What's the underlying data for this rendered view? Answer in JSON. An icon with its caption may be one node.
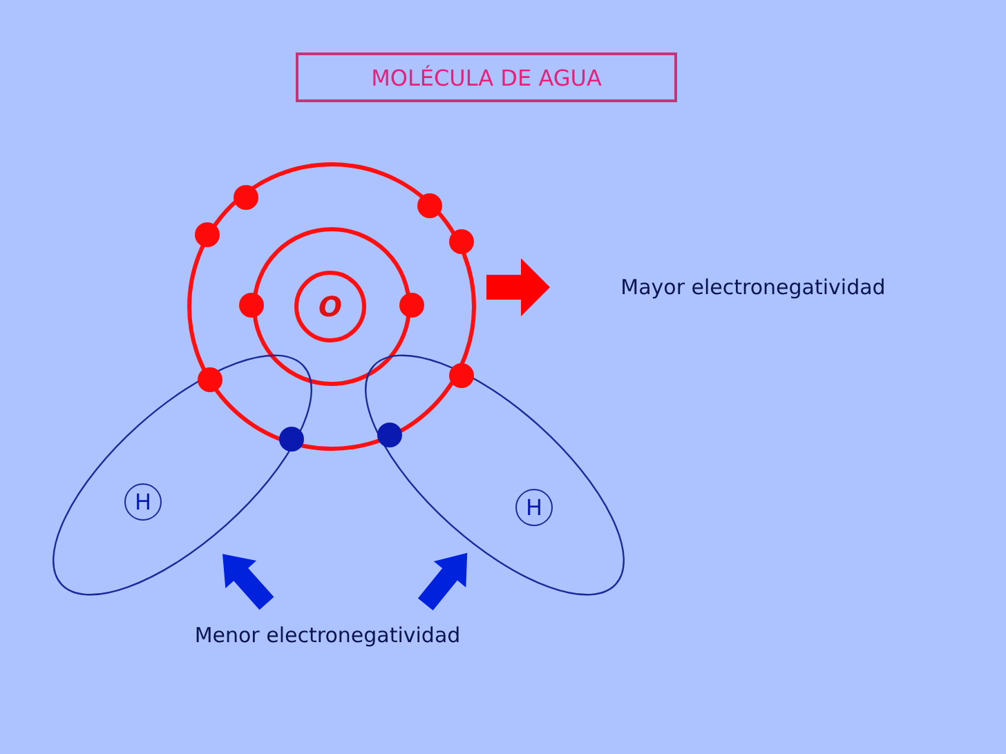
{
  "diagram": {
    "title": "MOLÉCULA DE AGUA",
    "nodes": [
      {
        "text": [
          "O"
        ]
      },
      {
        "text": [
          "H"
        ]
      },
      {
        "text": [
          "H"
        ]
      },
      {
        "text": [
          "Mayor electronegatividad"
        ]
      },
      {
        "text": [
          "Menor electronegatividad"
        ]
      }
    ]
  }
}
